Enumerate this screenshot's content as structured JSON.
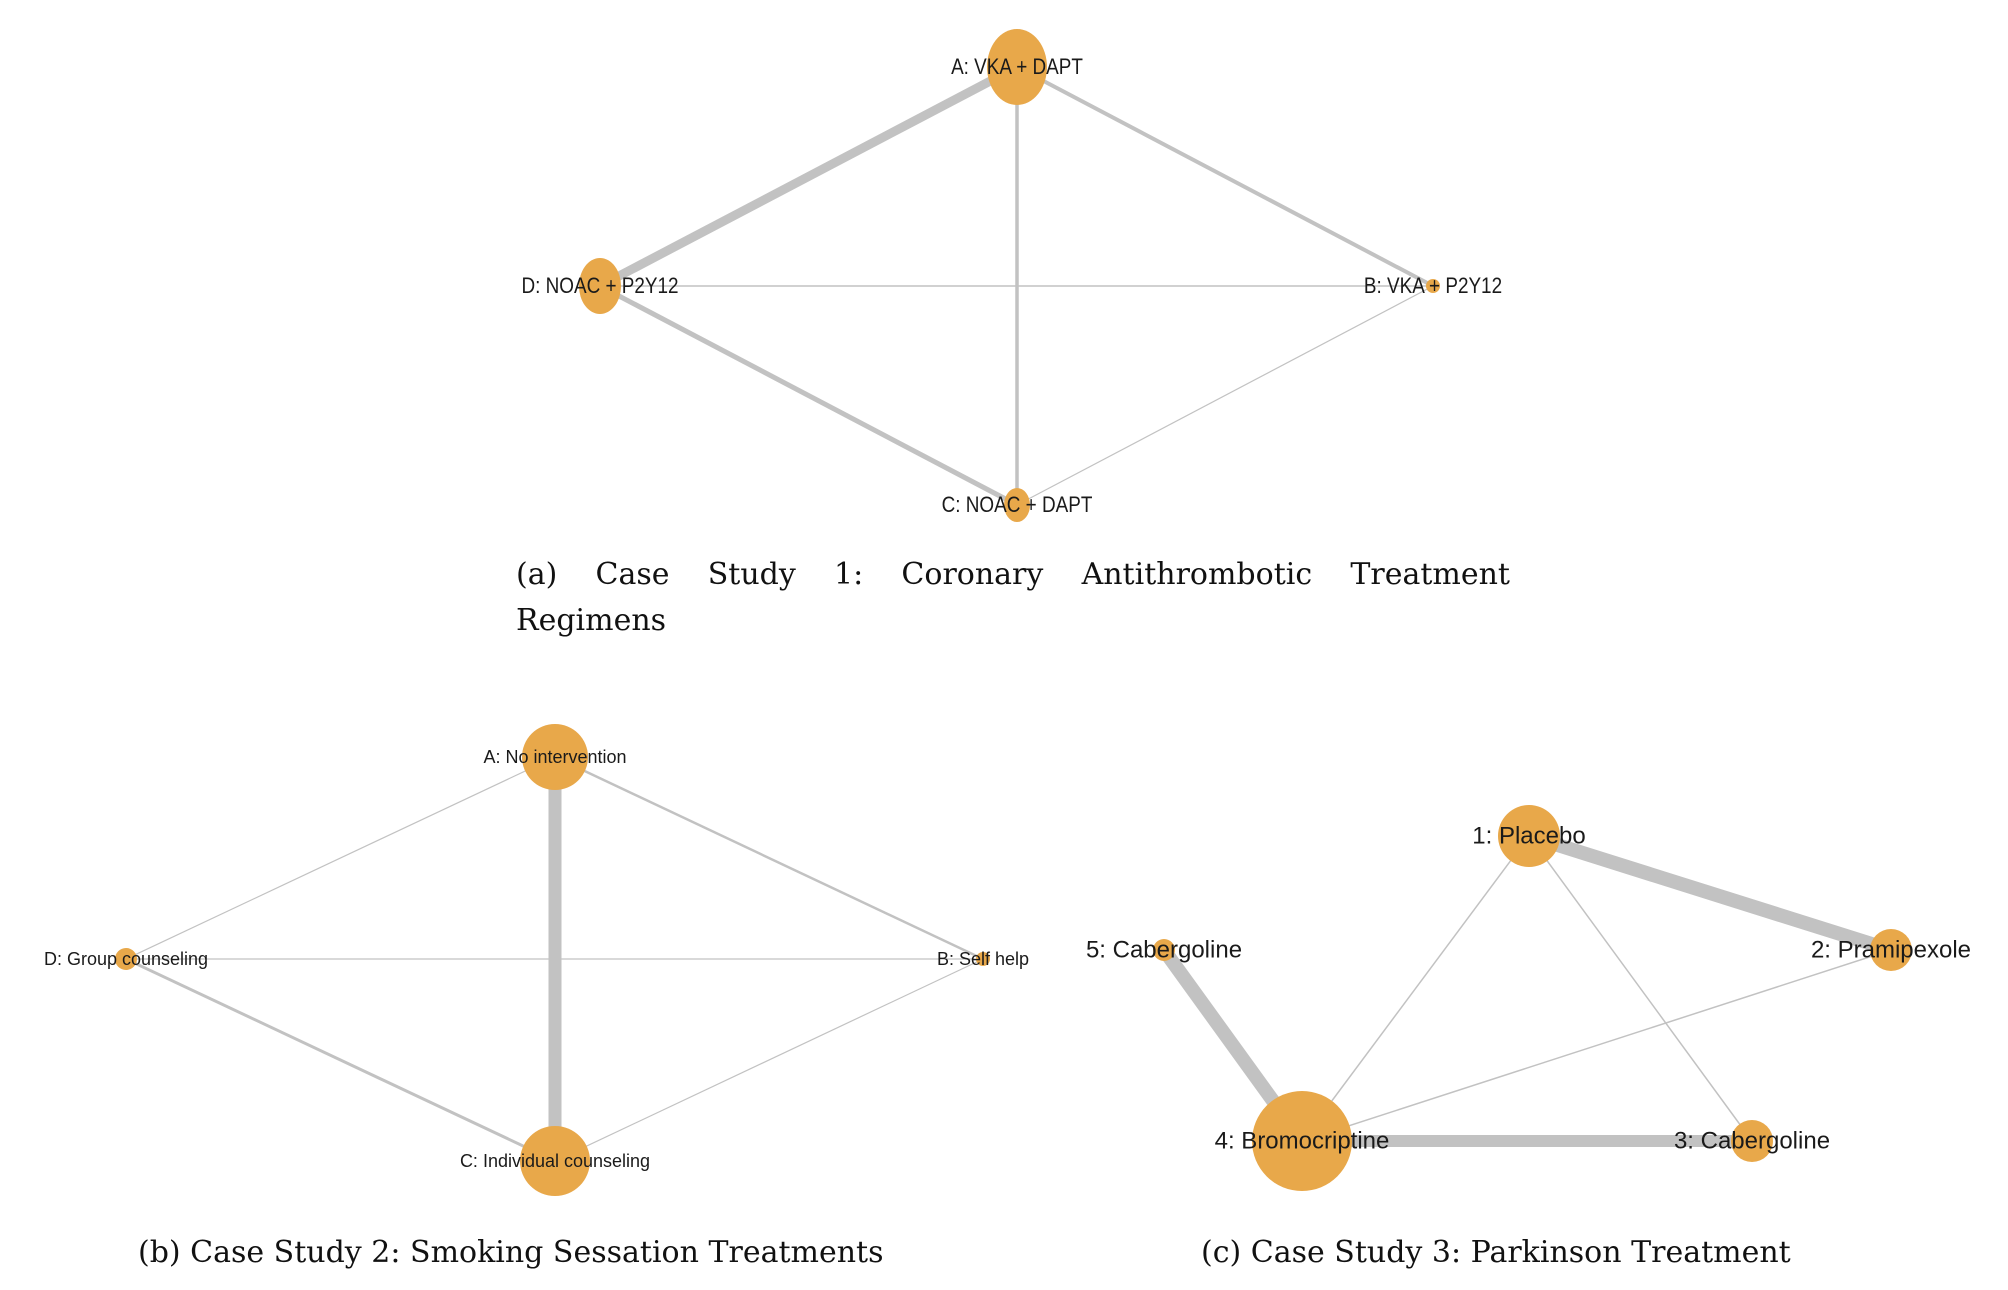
{
  "style": {
    "node_color": "#e8a84a",
    "edge_color": "#c2c2c2",
    "label_color": "#1a1a1a"
  },
  "diagrams": [
    {
      "id": "a",
      "caption_line1": "(a) Case Study 1: Coronary Antithrombotic Treatment",
      "caption_line2": "Regimens",
      "nodes": [
        {
          "id": "A",
          "label": "A: VKA + DAPT"
        },
        {
          "id": "B",
          "label": "B: VKA + P2Y12"
        },
        {
          "id": "C",
          "label": "C: NOAC + DAPT"
        },
        {
          "id": "D",
          "label": "D: NOAC + P2Y12"
        }
      ],
      "edges": [
        {
          "from": "A",
          "to": "D"
        },
        {
          "from": "A",
          "to": "B"
        },
        {
          "from": "A",
          "to": "C"
        },
        {
          "from": "D",
          "to": "B"
        },
        {
          "from": "D",
          "to": "C"
        },
        {
          "from": "B",
          "to": "C"
        }
      ]
    },
    {
      "id": "b",
      "caption": "(b) Case Study 2: Smoking Sessation Treatments",
      "nodes": [
        {
          "id": "A",
          "label": "A: No intervention"
        },
        {
          "id": "B",
          "label": "B: Self help"
        },
        {
          "id": "C",
          "label": "C: Individual counseling"
        },
        {
          "id": "D",
          "label": "D: Group counseling"
        }
      ],
      "edges": [
        {
          "from": "A",
          "to": "C"
        },
        {
          "from": "A",
          "to": "D"
        },
        {
          "from": "A",
          "to": "B"
        },
        {
          "from": "D",
          "to": "B"
        },
        {
          "from": "D",
          "to": "C"
        },
        {
          "from": "B",
          "to": "C"
        }
      ]
    },
    {
      "id": "c",
      "caption": "(c) Case Study 3: Parkinson Treatment",
      "nodes": [
        {
          "id": "1",
          "label": "1: Placebo"
        },
        {
          "id": "2",
          "label": "2: Pramipexole"
        },
        {
          "id": "3",
          "label": "3: Cabergoline"
        },
        {
          "id": "4",
          "label": "4: Bromocriptine"
        },
        {
          "id": "5",
          "label": "5: Cabergoline"
        }
      ],
      "edges": [
        {
          "from": "1",
          "to": "2"
        },
        {
          "from": "1",
          "to": "4"
        },
        {
          "from": "1",
          "to": "3"
        },
        {
          "from": "4",
          "to": "3"
        },
        {
          "from": "4",
          "to": "2"
        },
        {
          "from": "5",
          "to": "4"
        }
      ]
    }
  ]
}
